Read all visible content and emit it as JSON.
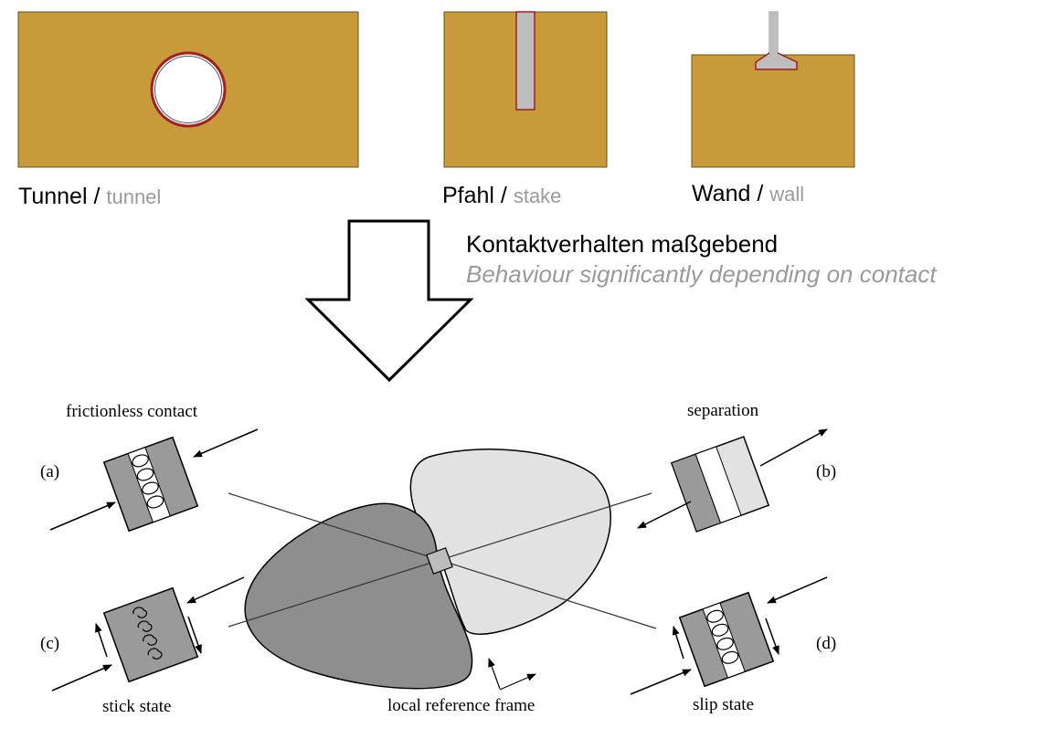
{
  "colors": {
    "soil": "#C79A3A",
    "soil_edge": "#6B5320",
    "lining": "#A21F22",
    "gray_text": "#9A9A9A",
    "dark_body": "#8E8E8E",
    "light_body": "#E2E2E2"
  },
  "top_panels": {
    "tunnel": {
      "de": "Tunnel",
      "sep": " / ",
      "en": "tunnel"
    },
    "stake": {
      "de": "Pfahl",
      "sep": " / ",
      "en": "stake"
    },
    "wall": {
      "de": "Wand",
      "sep": " / ",
      "en": "wall"
    }
  },
  "note": {
    "de": "Kontaktverhalten maßgebend",
    "en": "Behaviour significantly depending on contact"
  },
  "contact_states": {
    "a": {
      "letter": "(a)",
      "label": "frictionless contact"
    },
    "b": {
      "letter": "(b)",
      "label": "separation"
    },
    "c": {
      "letter": "(c)",
      "label": "stick state"
    },
    "d": {
      "letter": "(d)",
      "label": "slip state"
    }
  },
  "center_label": "local reference frame",
  "icons": [
    "down-arrow-icon",
    "frame-axes-icon"
  ]
}
